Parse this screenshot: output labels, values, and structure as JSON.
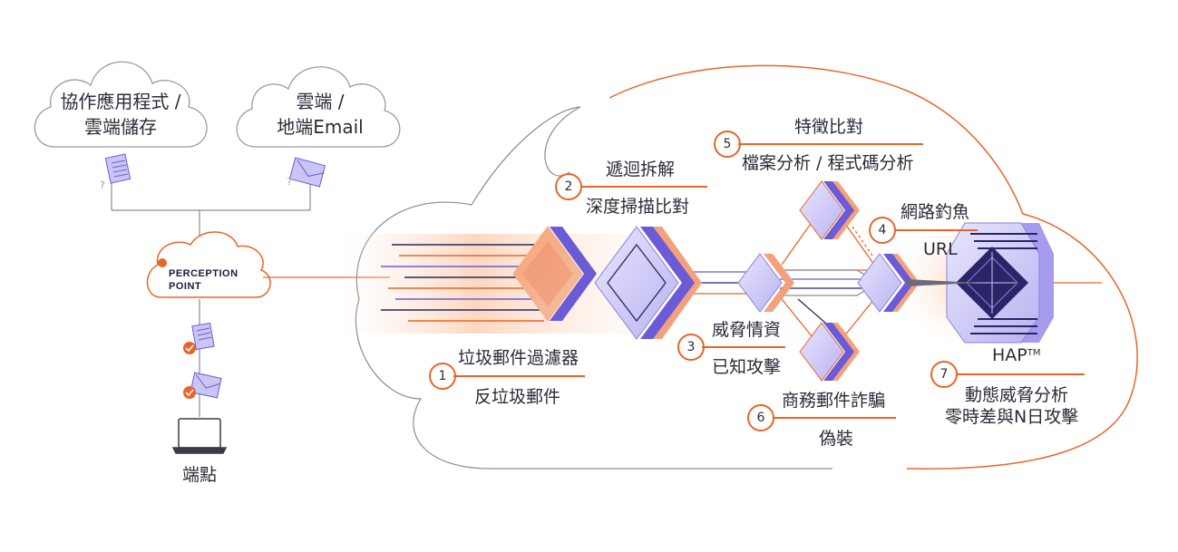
{
  "sources": {
    "collab_cloud": [
      "協作應用程式 /",
      "雲端儲存"
    ],
    "email_cloud": [
      "雲端 /",
      "地端Email"
    ]
  },
  "unknown_mark": "?",
  "brand": {
    "line1": "PERCEPTION",
    "line2": "POINT"
  },
  "endpoint_label": "端點",
  "steps": [
    {
      "num": "1",
      "title": "垃圾郵件過濾器",
      "subtitle": "反垃圾郵件"
    },
    {
      "num": "2",
      "title": "遞迴拆解",
      "subtitle": "深度掃描比對"
    },
    {
      "num": "3",
      "title": "威脅情資",
      "subtitle": "已知攻擊"
    },
    {
      "num": "4",
      "title": "網路釣魚",
      "subtitle": "URL"
    },
    {
      "num": "5",
      "title": "特徵比對",
      "subtitle": "檔案分析 / 程式碼分析"
    },
    {
      "num": "6",
      "title": "商務郵件詐騙",
      "subtitle": "偽裝"
    },
    {
      "num": "7",
      "title": "HAP",
      "title_sup": "TM",
      "subtitle": "動態威脅分析",
      "subtitle2": "零時差與N日攻擊"
    }
  ],
  "colors": {
    "accent": "#e8652a",
    "purple": "#6b5bd6",
    "lavender": "#c9c6f5",
    "dark": "#2a2566",
    "line": "#8a8a96"
  }
}
